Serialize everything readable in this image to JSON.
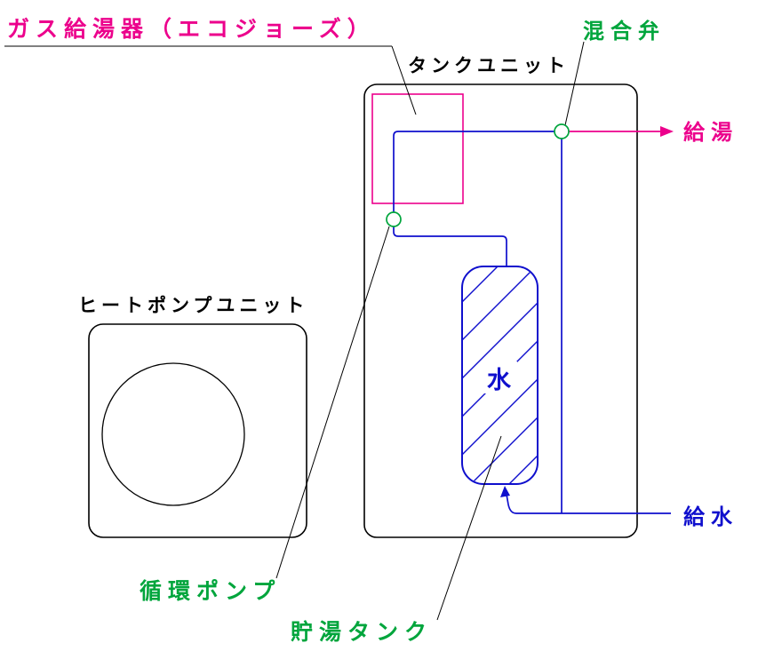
{
  "colors": {
    "magenta": "#ec008c",
    "green": "#00a53c",
    "blue": "#0f0fcd",
    "black": "#000000"
  },
  "labels": {
    "gas_heater": "ガス給湯器（エコジョーズ）",
    "tank_unit": "タンクユニット",
    "mixing_valve": "混合弁",
    "hot_water_out": "給湯",
    "heat_pump_unit": "ヒートポンプユニット",
    "water": "水",
    "circulation_pump": "循環ポンプ",
    "storage_tank": "貯湯タンク",
    "water_supply": "給水"
  }
}
